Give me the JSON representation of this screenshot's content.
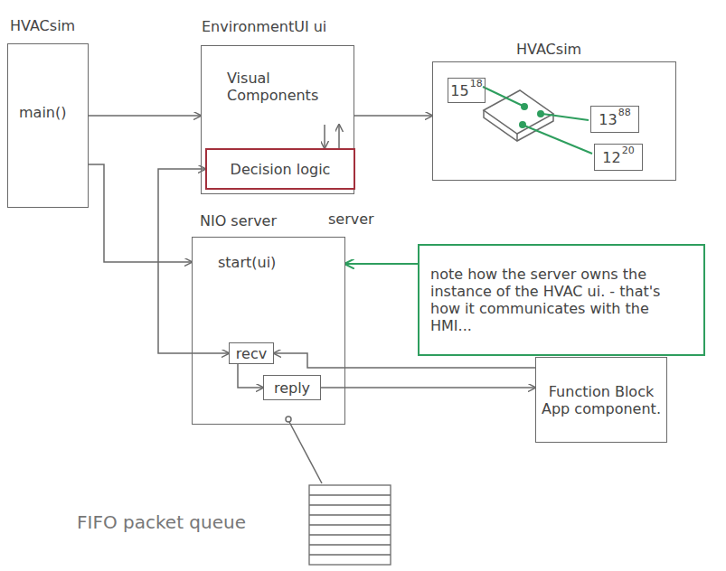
{
  "diagram": {
    "nodes": [
      {
        "text": [
          "HVACsim",
          "main()"
        ]
      },
      {
        "text": [
          "EnvironmentUI ui",
          "Visual Components"
        ]
      },
      {
        "text": [
          "Decision logic"
        ],
        "in": 1
      },
      {
        "text": [
          "HVACsim"
        ]
      },
      {
        "text": [
          "15",
          "18"
        ],
        "in": 3
      },
      {
        "text": [
          "13",
          "88"
        ],
        "in": 3
      },
      {
        "text": [
          "12",
          "20"
        ],
        "in": 3
      },
      {
        "text": [
          "NIO server",
          "server",
          "start(ui)"
        ]
      },
      {
        "text": [
          "recv"
        ],
        "in": 7
      },
      {
        "text": [
          "reply"
        ],
        "in": 7
      },
      {
        "text": [
          "note how the server owns the instance of the HVAC ui. - that's how it communicates with the HMI..."
        ]
      },
      {
        "text": [
          "Function Block App component."
        ]
      }
    ],
    "edges": [
      {
        "from": 0,
        "to": 1,
        "arrow": "to"
      },
      {
        "from": 0,
        "to": 7,
        "arrow": "to"
      },
      {
        "from": 1,
        "to": 3,
        "arrow": "to"
      },
      {
        "from": 1,
        "to": 2,
        "arrow": "to"
      },
      {
        "from": 2,
        "to": 1,
        "arrow": "to"
      },
      {
        "from": 2,
        "to": 8,
        "arrow": "both"
      },
      {
        "from": 11,
        "to": 8,
        "arrow": "to"
      },
      {
        "from": 8,
        "to": 9,
        "arrow": "to"
      },
      {
        "from": 9,
        "to": 11,
        "arrow": "to"
      },
      {
        "from": 10,
        "to": 7,
        "arrow": "to"
      }
    ],
    "labels": [
      "FIFO packet queue"
    ]
  }
}
